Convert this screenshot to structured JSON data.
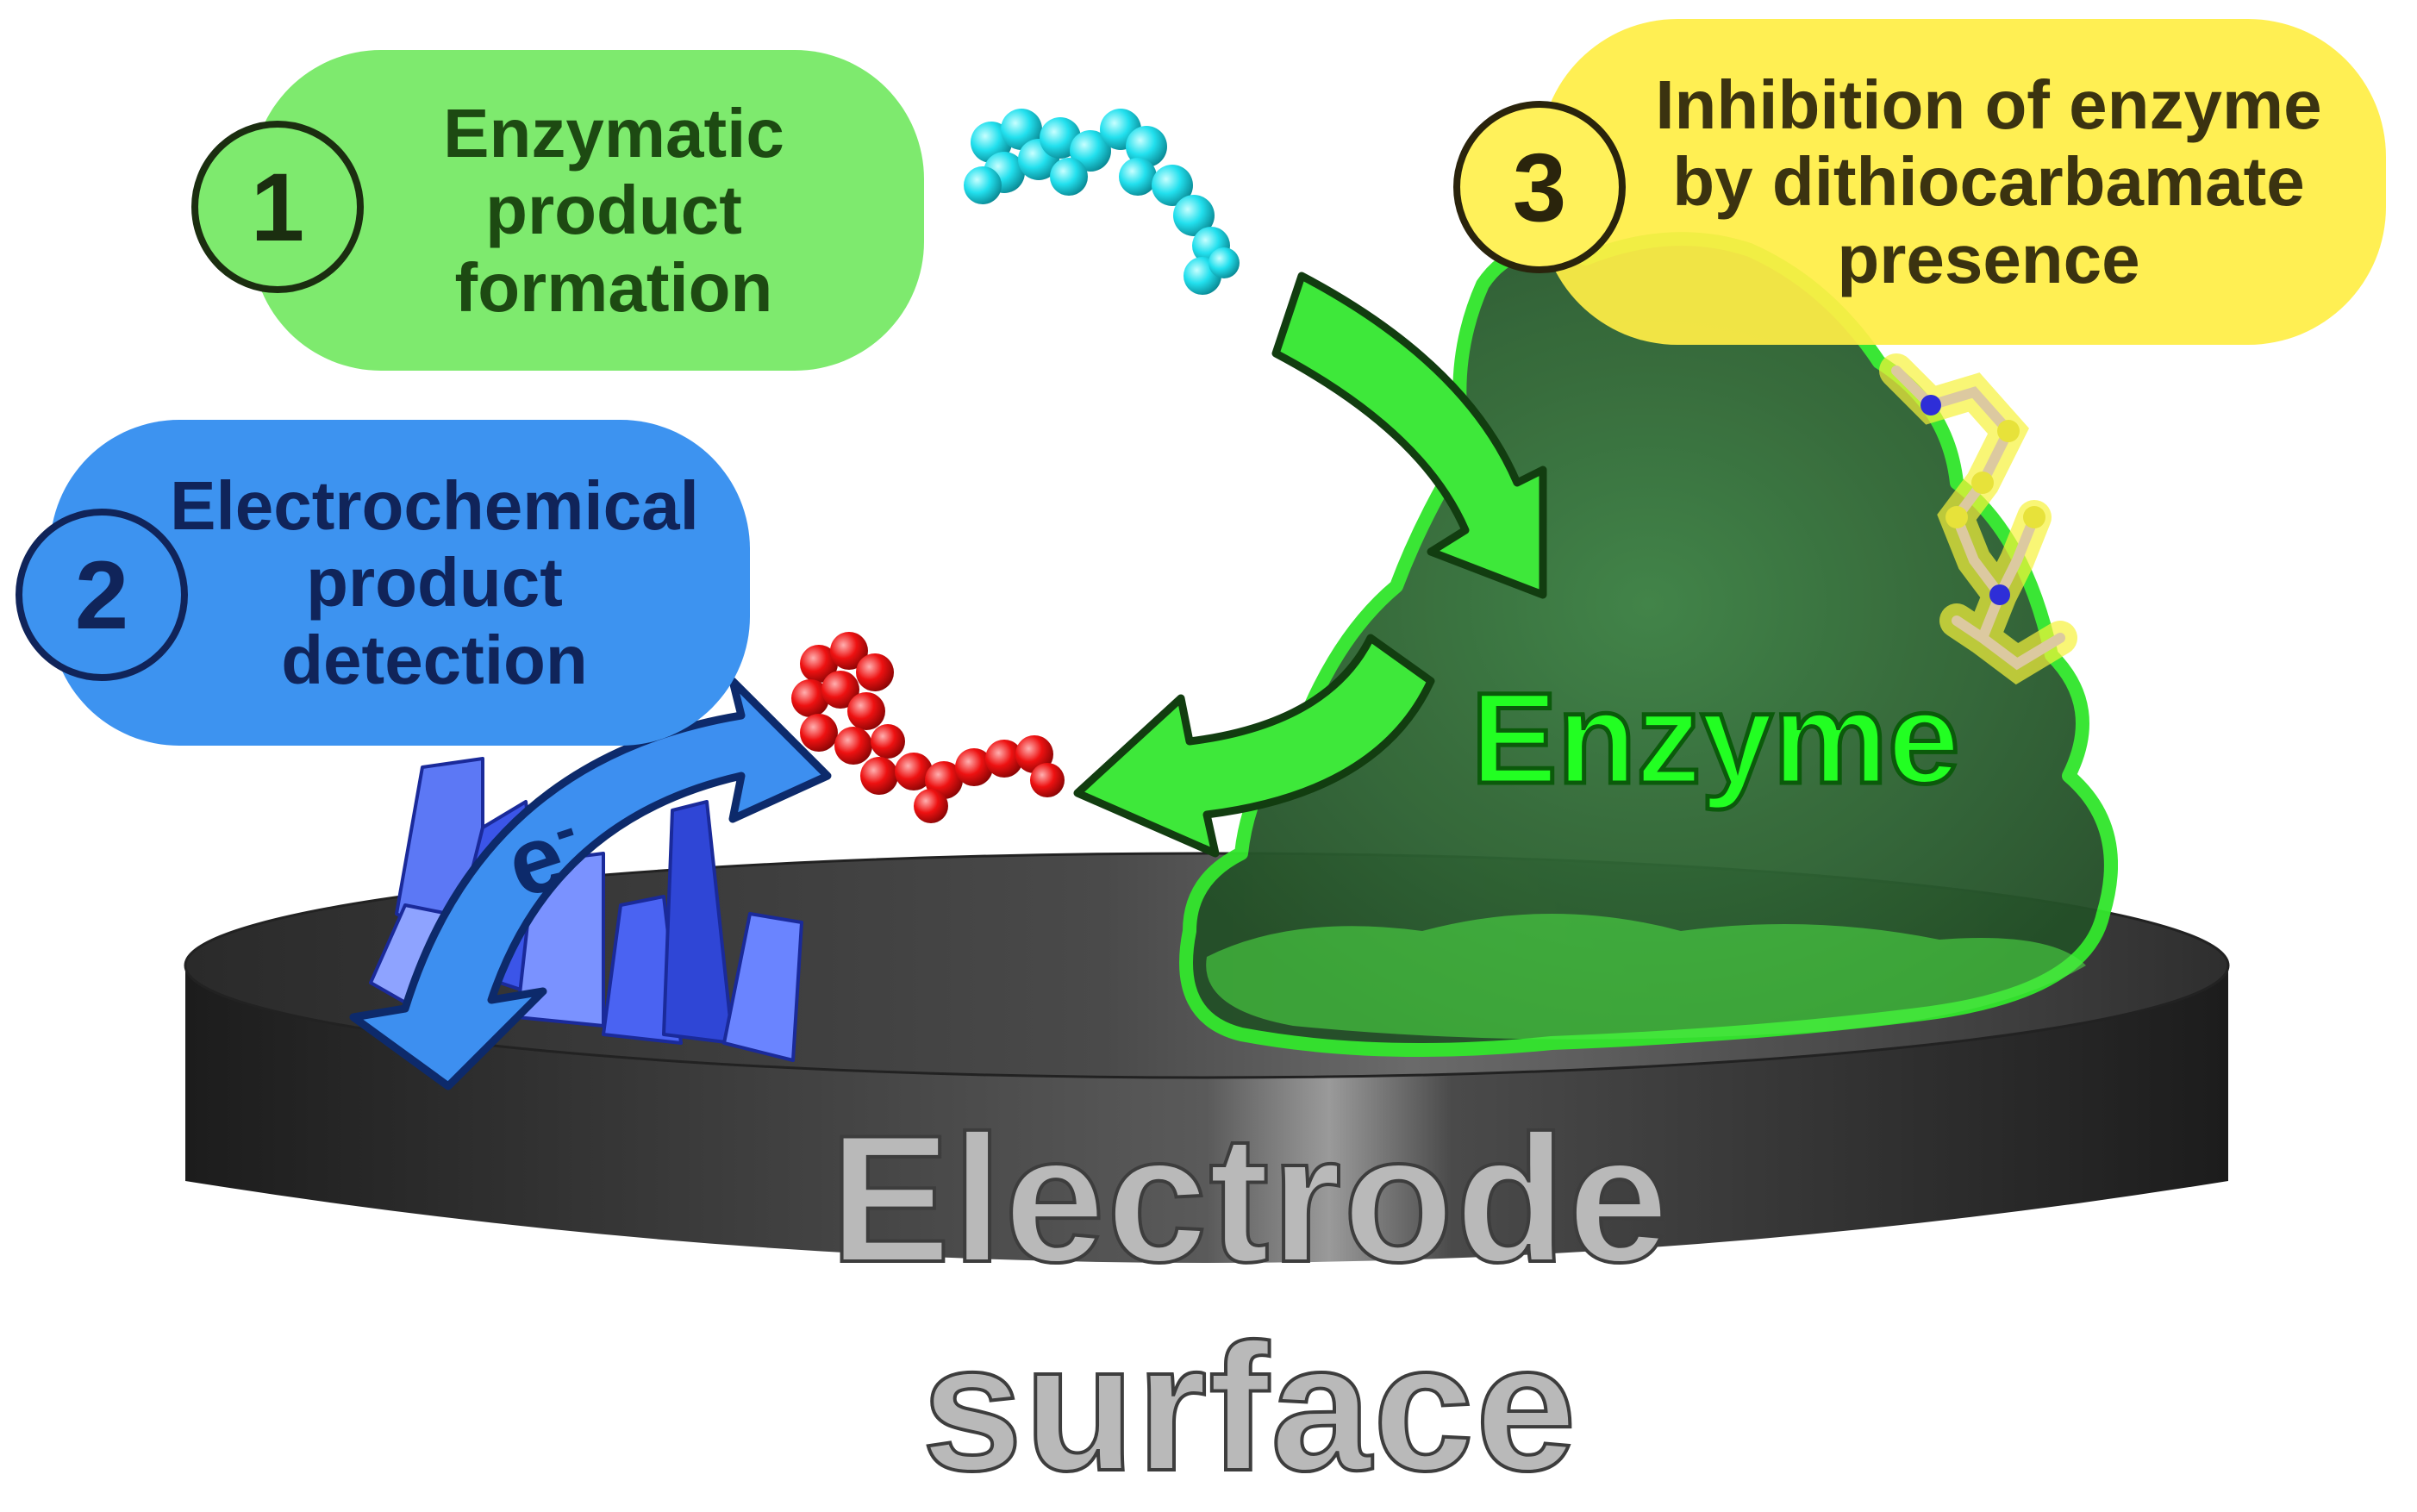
{
  "steps": [
    {
      "number": "1",
      "text": "Enzymatic\nproduct\nformation",
      "color": "#7eea6e"
    },
    {
      "number": "2",
      "text": "Electrochemical\nproduct\ndetection",
      "color": "#3d93f0"
    },
    {
      "number": "3",
      "text": "Inhibition of enzyme\nby dithiocarbamate\npresence",
      "color": "#fff15a"
    }
  ],
  "labels": {
    "enzyme": "Enzyme",
    "electrode": "Electrode surface",
    "electron": "e",
    "electron_charge": "-"
  },
  "colors": {
    "substrate": "#22e0ee",
    "product": "#ee1111",
    "enzyme": "#2f7a35",
    "arrow_green": "#3ee83a",
    "arrow_blue": "#3d8ff0",
    "crystal": "#4a63f2",
    "electrode": "#3a3a3a"
  }
}
